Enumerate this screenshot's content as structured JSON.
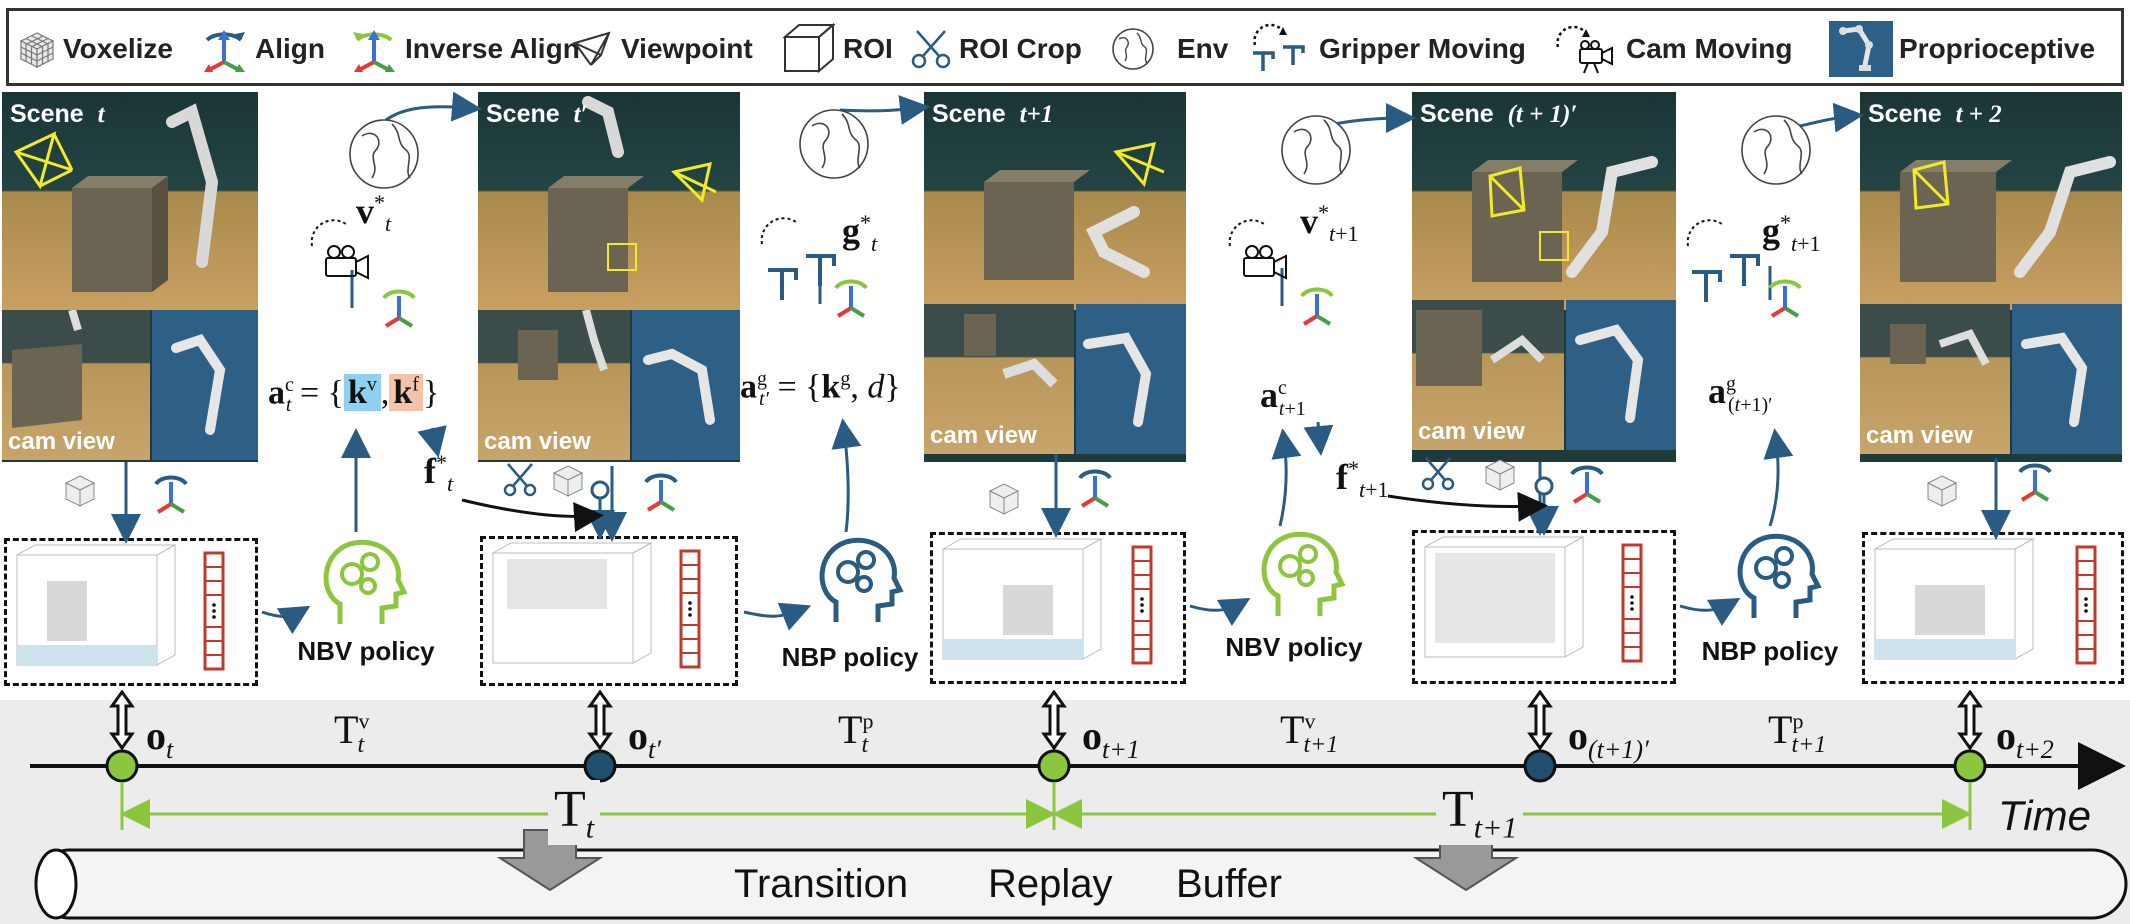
{
  "legend": {
    "voxelize": "Voxelize",
    "align": "Align",
    "inverse_align": "Inverse Align",
    "viewpoint": "Viewpoint",
    "roi": "ROI",
    "roi_crop": "ROI  Crop",
    "env": "Env",
    "gripper_moving": "Gripper Moving",
    "cam_moving": "Cam Moving",
    "proprioceptive": "Proprioceptive"
  },
  "scenes": [
    {
      "title_word": "Scene",
      "title_var": "t"
    },
    {
      "title_word": "Scene",
      "title_var": "t′"
    },
    {
      "title_word": "Scene",
      "title_var": "t+1"
    },
    {
      "title_word": "Scene",
      "title_var": "(t + 1)′"
    },
    {
      "title_word": "Scene",
      "title_var": "t + 2"
    }
  ],
  "cam_view_label": "cam view",
  "policies": [
    "NBV policy",
    "NBP policy",
    "NBV policy",
    "NBP policy"
  ],
  "math": {
    "v_t": "v",
    "a_c_t": "a",
    "k_v": "k",
    "k_f": "k",
    "f_t": "f",
    "g_t": "g",
    "a_g_t": "a",
    "k_g": "k",
    "d": "d",
    "v_t1": "v",
    "a_c_t1": "a",
    "f_t1": "f",
    "g_t1": "g",
    "a_g_t1": "a"
  },
  "timeline": {
    "observations": [
      "o",
      "o",
      "o",
      "o",
      "o"
    ],
    "obs_subs": [
      "t",
      "t′",
      "t+1",
      "(t+1)′",
      "t+2"
    ],
    "obs_colors": [
      "#8cc63f",
      "#1f4e6e",
      "#8cc63f",
      "#1f4e6e",
      "#8cc63f"
    ],
    "segments": [
      "T",
      "T",
      "T",
      "T"
    ],
    "segment_subs": [
      "t",
      "t",
      "t+1",
      "t+1"
    ],
    "segment_sups": [
      "v",
      "p",
      "v",
      "p"
    ],
    "big_segments": [
      "T",
      "T"
    ],
    "big_subs": [
      "t",
      "t+1"
    ],
    "time_label": "Time"
  },
  "buffer": {
    "word1": "Transition",
    "word2": "Replay",
    "word3": "Buffer"
  },
  "colors": {
    "arrow_blue": "#2a5b82",
    "green": "#8cc63f",
    "navy": "#1f4e6e",
    "red_bar": "#c0392b",
    "highlight_blue": "#8fd0f0",
    "highlight_pink": "#f5c3a8"
  }
}
